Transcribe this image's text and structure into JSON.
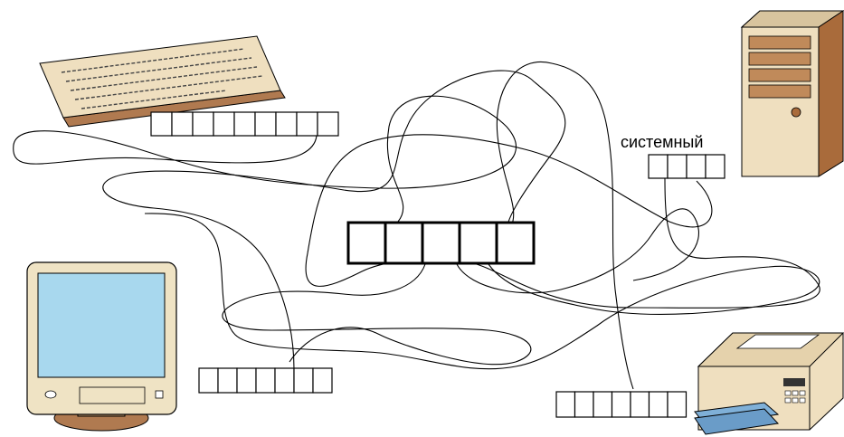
{
  "labels": {
    "system_unit": "системный"
  },
  "devices": [
    {
      "name": "keyboard-icon",
      "cells": 9
    },
    {
      "name": "system-unit-icon",
      "cells": 4
    },
    {
      "name": "monitor-icon",
      "cells": 7
    },
    {
      "name": "printer-icon",
      "cells": 7
    }
  ],
  "central_board": {
    "cells": 5
  },
  "colors": {
    "keyboard": "#efdfbf",
    "keyboard_shadow": "#b07a50",
    "case": "#efdfbf",
    "case_dark": "#a96b3b",
    "screen": "#a8d8ee",
    "screen_frame": "#efe3c4",
    "printer": "#efdfbf",
    "printer_tray": "#7fb0d8"
  }
}
